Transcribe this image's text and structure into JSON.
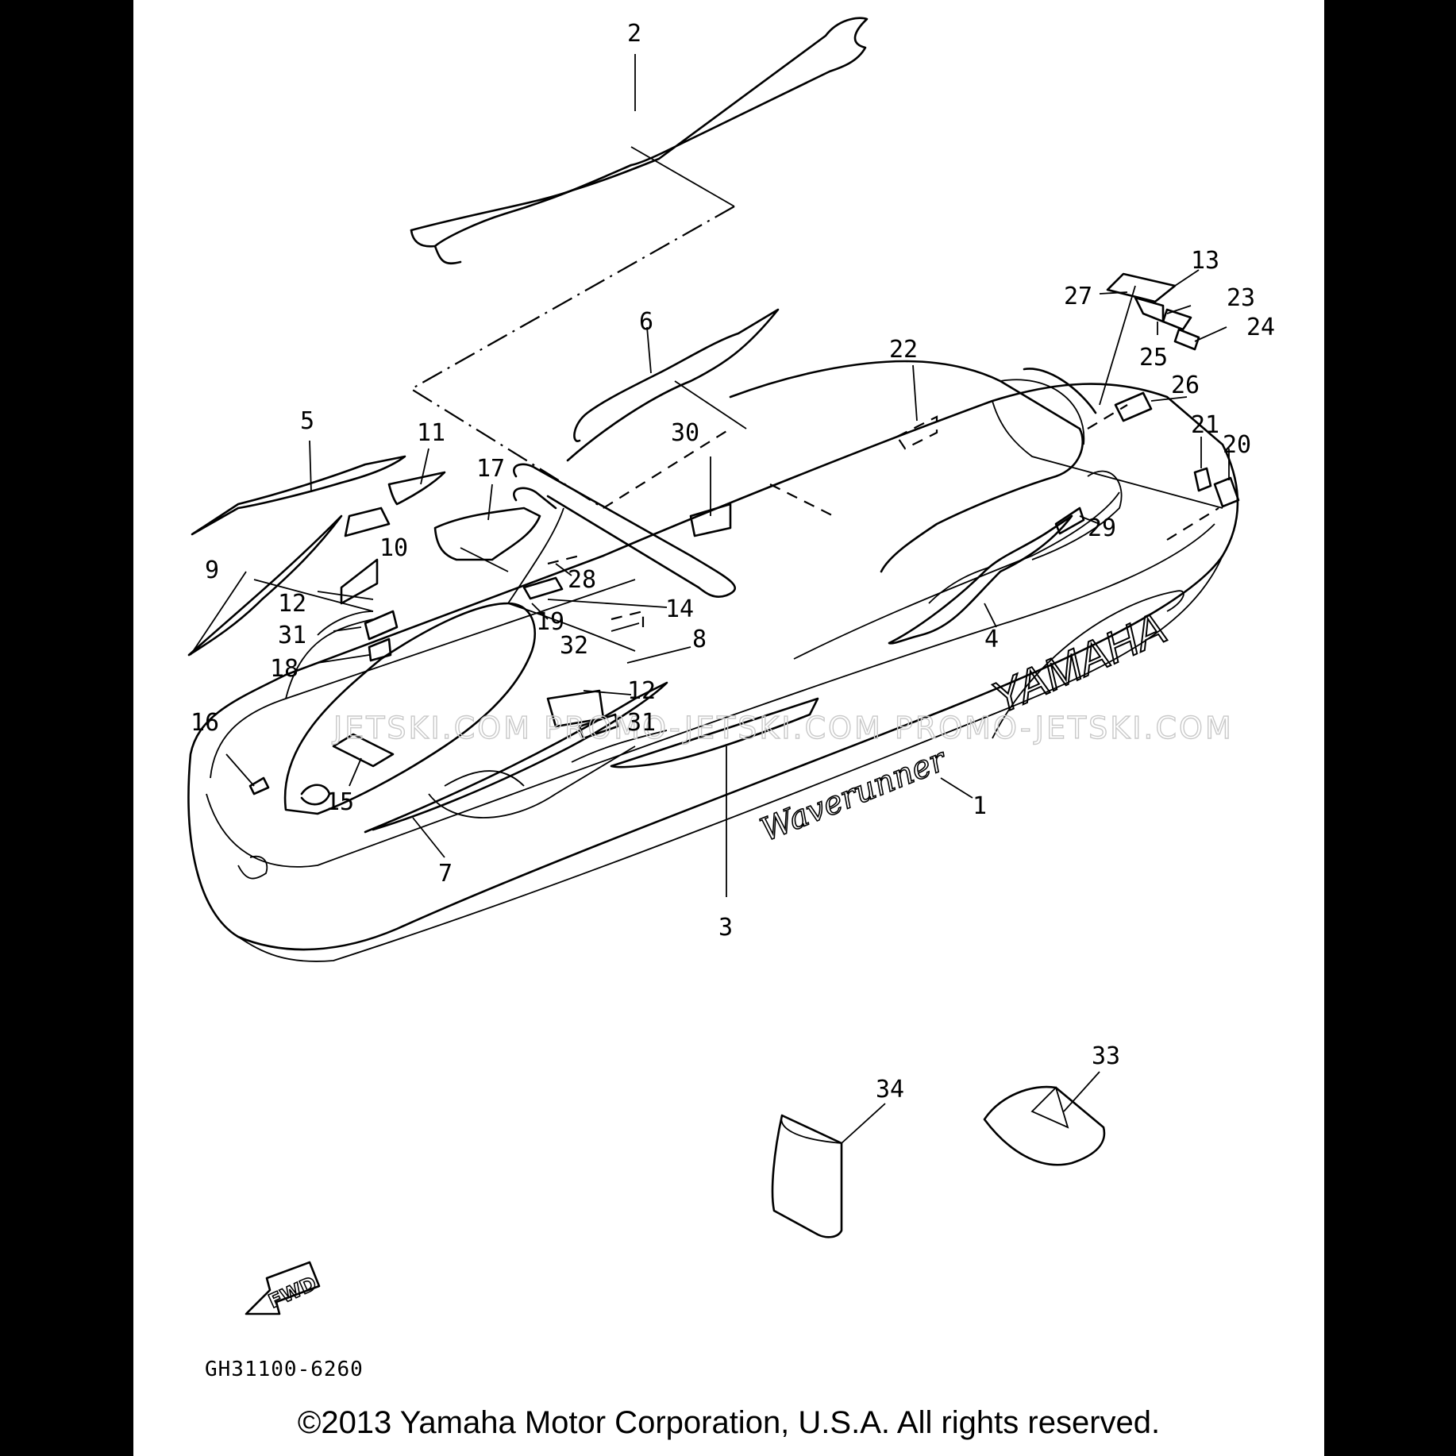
{
  "diagram": {
    "part_code": "GH31100-6260",
    "copyright": "©2013 Yamaha Motor Corporation, U.S.A. All rights reserved.",
    "watermark": "JETSKI.COM PROMO-JETSKI.COM PROMO-JETSKI.COM",
    "brand_text": "YAMAHA",
    "model_script": "Waverunner",
    "fwd_label": "FWD",
    "callouts": {
      "c1": "1",
      "c2": "2",
      "c3": "3",
      "c4": "4",
      "c5": "5",
      "c6": "6",
      "c7": "7",
      "c8": "8",
      "c9": "9",
      "c10": "10",
      "c11": "11",
      "c12a": "12",
      "c12b": "12",
      "c13": "13",
      "c14": "14",
      "c15": "15",
      "c16": "16",
      "c17": "17",
      "c18": "18",
      "c19": "19",
      "c20": "20",
      "c21": "21",
      "c22": "22",
      "c23": "23",
      "c24": "24",
      "c25": "25",
      "c26": "26",
      "c27": "27",
      "c28": "28",
      "c29": "29",
      "c30": "30",
      "c31a": "31",
      "c31b": "31",
      "c32": "32",
      "c33": "33",
      "c34": "34"
    }
  }
}
